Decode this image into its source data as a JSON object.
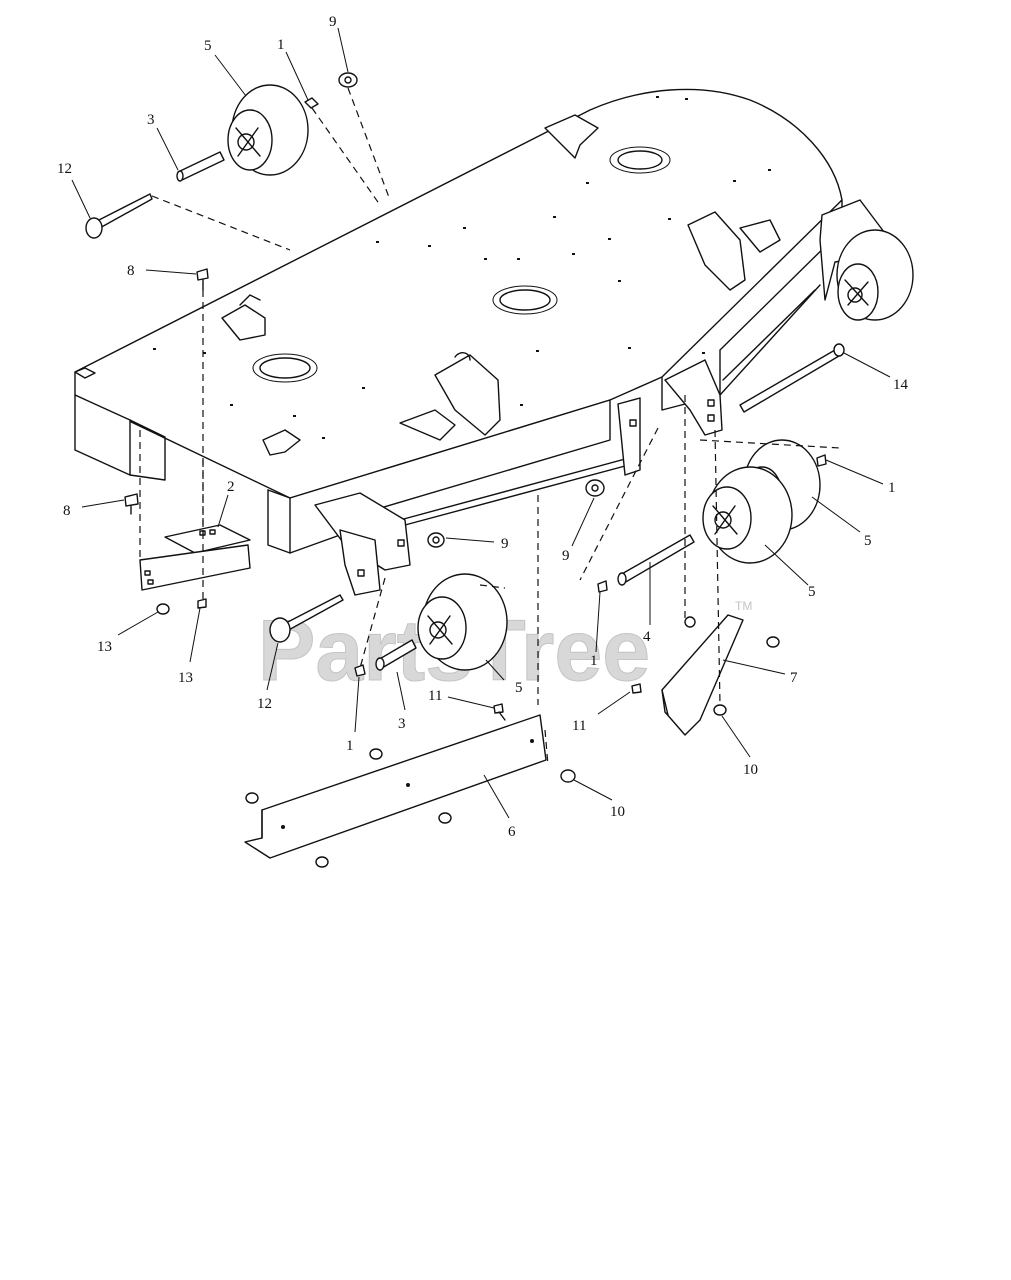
{
  "watermark": {
    "text": "PartsTree",
    "trademark": "TM"
  },
  "callouts": [
    {
      "id": "c-9-top",
      "label": "9"
    },
    {
      "id": "c-5-top",
      "label": "5"
    },
    {
      "id": "c-1-top",
      "label": "1"
    },
    {
      "id": "c-3-top",
      "label": "3"
    },
    {
      "id": "c-12-top",
      "label": "12"
    },
    {
      "id": "c-8-upper",
      "label": "8"
    },
    {
      "id": "c-8-lower",
      "label": "8"
    },
    {
      "id": "c-2",
      "label": "2"
    },
    {
      "id": "c-14",
      "label": "14"
    },
    {
      "id": "c-1-right",
      "label": "1"
    },
    {
      "id": "c-5-right-a",
      "label": "5"
    },
    {
      "id": "c-5-right-b",
      "label": "5"
    },
    {
      "id": "c-9-mid-a",
      "label": "9"
    },
    {
      "id": "c-9-mid-b",
      "label": "9"
    },
    {
      "id": "c-4",
      "label": "4"
    },
    {
      "id": "c-1-mid",
      "label": "1"
    },
    {
      "id": "c-7",
      "label": "7"
    },
    {
      "id": "c-13-a",
      "label": "13"
    },
    {
      "id": "c-13-b",
      "label": "13"
    },
    {
      "id": "c-12-low",
      "label": "12"
    },
    {
      "id": "c-5-low",
      "label": "5"
    },
    {
      "id": "c-1-low",
      "label": "1"
    },
    {
      "id": "c-3-low",
      "label": "3"
    },
    {
      "id": "c-11-a",
      "label": "11"
    },
    {
      "id": "c-11-b",
      "label": "11"
    },
    {
      "id": "c-10-right",
      "label": "10"
    },
    {
      "id": "c-10-low",
      "label": "10"
    },
    {
      "id": "c-6",
      "label": "6"
    }
  ]
}
